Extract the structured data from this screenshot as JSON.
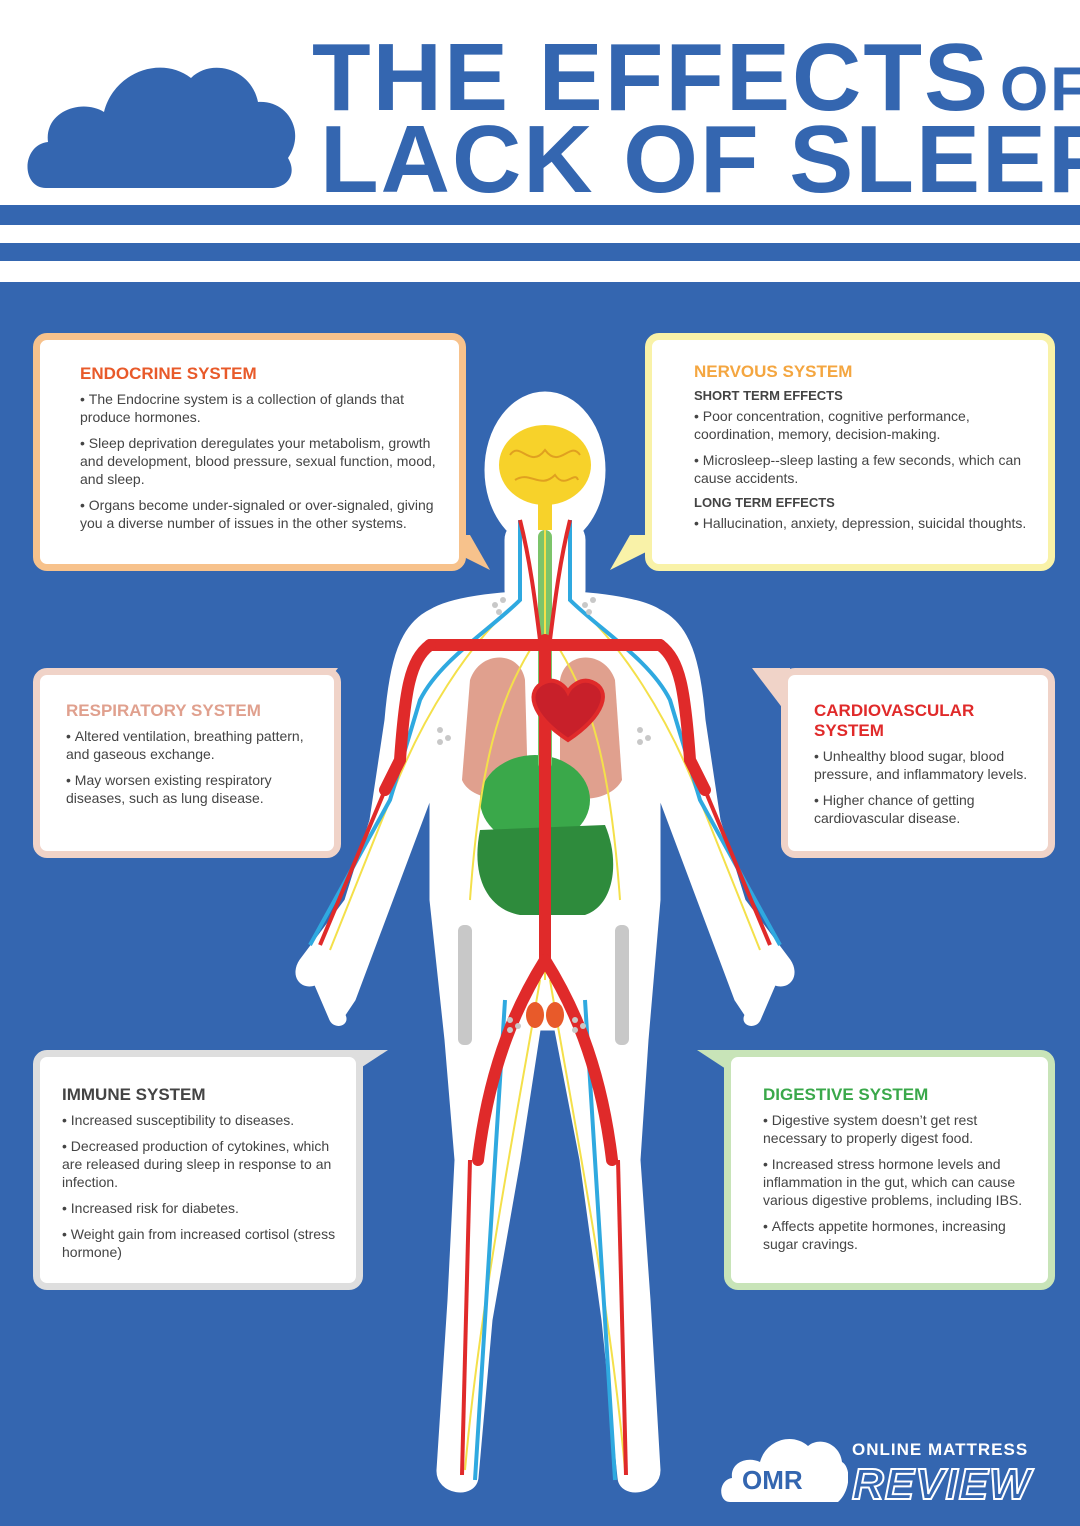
{
  "title": {
    "line1": "THE EFFECTS",
    "of": "OF",
    "line2": "LACK OF SLEEP"
  },
  "colors": {
    "brand_blue": "#3466b0",
    "endocrine": "#e85a2a",
    "nervous": "#f4a640",
    "respiratory": "#e0a08e",
    "cardiovascular": "#e02a2a",
    "immune": "#444444",
    "digestive": "#3aa84a"
  },
  "sections": {
    "endocrine": {
      "title": "ENDOCRINE SYSTEM",
      "points": [
        "The Endocrine system is a collection of glands that produce hormones.",
        "Sleep deprivation deregulates your metabolism, growth and development, blood pressure, sexual function, mood, and sleep.",
        "Organs become under-signaled or over-signaled, giving you a diverse number of issues in the other systems."
      ]
    },
    "nervous": {
      "title": "NERVOUS SYSTEM",
      "short_label": "SHORT TERM EFFECTS",
      "short_points": [
        "Poor concentration, cognitive performance, coordination, memory, decision-making.",
        "Microsleep--sleep lasting a few seconds, which can cause accidents."
      ],
      "long_label": "LONG TERM EFFECTS",
      "long_points": [
        "Hallucination, anxiety, depression, suicidal thoughts."
      ]
    },
    "respiratory": {
      "title": "RESPIRATORY SYSTEM",
      "points": [
        "Altered ventilation, breathing pattern, and gaseous exchange.",
        "May worsen existing respiratory diseases, such as lung disease."
      ]
    },
    "cardiovascular": {
      "title": "CARDIOVASCULAR SYSTEM",
      "points": [
        "Unhealthy blood sugar, blood pressure, and inflammatory levels.",
        "Higher chance of getting cardiovascular disease."
      ]
    },
    "immune": {
      "title": "IMMUNE SYSTEM",
      "points": [
        "Increased susceptibility to diseases.",
        "Decreased production of cytokines, which are released during sleep in response to an infection.",
        "Increased risk for diabetes.",
        "Weight gain from increased cortisol (stress hormone)"
      ]
    },
    "digestive": {
      "title": "DIGESTIVE SYSTEM",
      "points": [
        "Digestive system doesn’t get rest necessary to properly digest food.",
        "Increased stress hormone levels and inflammation in the gut, which can cause various digestive problems, including IBS.",
        "Affects appetite hormones, increasing sugar cravings."
      ]
    }
  },
  "brand": {
    "line1": "ONLINE MATTRESS",
    "line2": "REVIEW",
    "logo": "OMR"
  }
}
